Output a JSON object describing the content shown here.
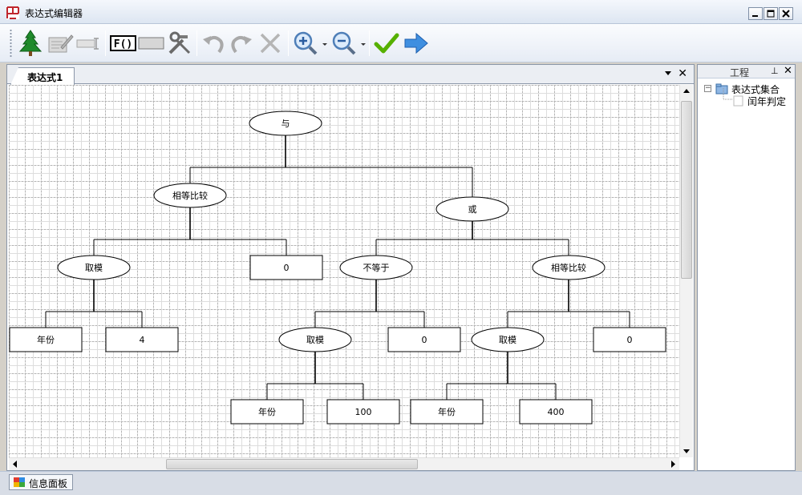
{
  "window": {
    "title": "表达式编辑器"
  },
  "toolbar": {
    "buttons": [
      "tree-icon",
      "edit-icon",
      "variable-icon",
      "function-icon",
      "textbox-icon",
      "tools-icon",
      "undo-icon",
      "redo-icon",
      "delete-icon",
      "zoom-in-icon",
      "zoom-out-icon",
      "check-icon",
      "next-icon"
    ],
    "fx_label": "F()"
  },
  "document": {
    "tab_label": "表达式1"
  },
  "tree": {
    "nodes": [
      {
        "id": "n0",
        "label": "与",
        "shape": "ellipse"
      },
      {
        "id": "n1",
        "label": "相等比较",
        "shape": "ellipse"
      },
      {
        "id": "n2",
        "label": "或",
        "shape": "ellipse"
      },
      {
        "id": "n3",
        "label": "取模",
        "shape": "ellipse"
      },
      {
        "id": "n4",
        "label": "0",
        "shape": "rect"
      },
      {
        "id": "n5",
        "label": "不等于",
        "shape": "ellipse"
      },
      {
        "id": "n6",
        "label": "相等比较",
        "shape": "ellipse"
      },
      {
        "id": "n7",
        "label": "年份",
        "shape": "rect"
      },
      {
        "id": "n8",
        "label": "4",
        "shape": "rect"
      },
      {
        "id": "n9",
        "label": "取模",
        "shape": "ellipse"
      },
      {
        "id": "n10",
        "label": "0",
        "shape": "rect"
      },
      {
        "id": "n11",
        "label": "取模",
        "shape": "ellipse"
      },
      {
        "id": "n12",
        "label": "0",
        "shape": "rect"
      },
      {
        "id": "n13",
        "label": "年份",
        "shape": "rect"
      },
      {
        "id": "n14",
        "label": "100",
        "shape": "rect"
      },
      {
        "id": "n15",
        "label": "年份",
        "shape": "rect"
      },
      {
        "id": "n16",
        "label": "400",
        "shape": "rect"
      }
    ],
    "edges": [
      [
        "n0",
        "n1"
      ],
      [
        "n0",
        "n2"
      ],
      [
        "n1",
        "n3"
      ],
      [
        "n1",
        "n4"
      ],
      [
        "n2",
        "n5"
      ],
      [
        "n2",
        "n6"
      ],
      [
        "n3",
        "n7"
      ],
      [
        "n3",
        "n8"
      ],
      [
        "n5",
        "n9"
      ],
      [
        "n5",
        "n10"
      ],
      [
        "n6",
        "n11"
      ],
      [
        "n6",
        "n12"
      ],
      [
        "n9",
        "n13"
      ],
      [
        "n9",
        "n14"
      ],
      [
        "n11",
        "n15"
      ],
      [
        "n11",
        "n16"
      ]
    ]
  },
  "project_panel": {
    "title": "工程",
    "root_label": "表达式集合",
    "expander": "−",
    "children": [
      "闰年判定"
    ]
  },
  "status": {
    "info_tab_label": "信息面板"
  },
  "colors": {
    "accent": "#3a6ea5",
    "check": "#56b000",
    "arrow": "#3f8fe0"
  }
}
